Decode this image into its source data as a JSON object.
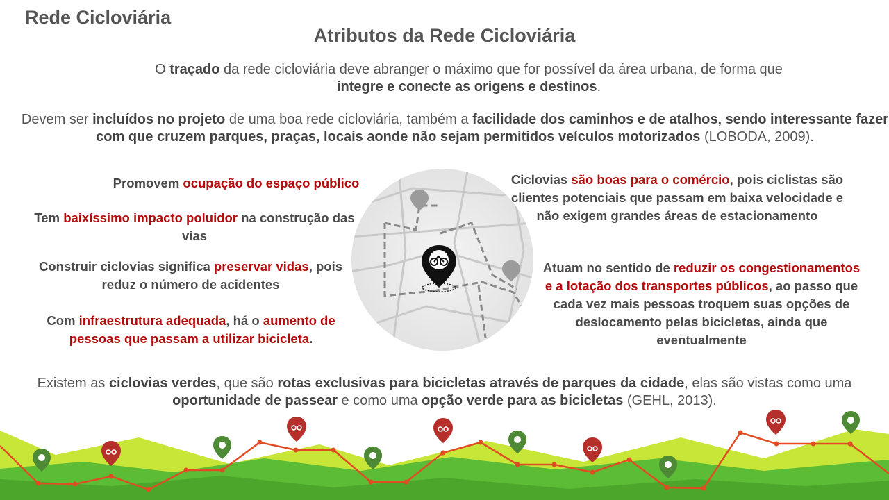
{
  "header": {
    "section_title": "Rede Cicloviária",
    "slide_title": "Atributos da Rede Cicloviária"
  },
  "intro1": {
    "t1": "O ",
    "b1": "traçado",
    "t2": " da rede cicloviária deve abranger o máximo que for possível da área urbana, de forma que ",
    "b2": "integre e conecte as origens e destinos",
    "t3": "."
  },
  "intro2": {
    "t1": "Devem ser ",
    "b1": "incluídos no projeto",
    "t2": " de uma boa rede cicloviária, também a ",
    "b2": "facilidade dos caminhos e de atalhos, sendo interessante fazer com que cruzem parques, praças, locais aonde não sejam permitidos veículos motorizados",
    "t3": " (LOBODA, 2009)."
  },
  "left_points": [
    {
      "t1": "Promovem ",
      "r1": "ocupação do espaço público",
      "t2": ""
    },
    {
      "t1": "Tem ",
      "r1": "baixíssimo impacto poluidor",
      "t2": " na construção das vias"
    },
    {
      "t1": "Construir ciclovias significa ",
      "r1": "preservar vidas",
      "t2": ", pois reduz o número de acidentes"
    },
    {
      "t1": "Com ",
      "r1": "infraestrutura adequada",
      "t2": ", há o ",
      "r2": "aumento de pessoas que passam a utilizar bicicleta",
      "t3": "."
    }
  ],
  "right_points": [
    {
      "t1": "Ciclovias ",
      "r1": "são boas para o comércio",
      "t2": ", pois ciclistas são clientes potenciais que passam em baixa velocidade e não exigem grandes áreas de estacionamento"
    },
    {
      "t1": "Atuam no sentido de ",
      "r1": "reduzir os congestionamentos e a lotação dos transportes públicos",
      "t2": ", ao passo que cada vez mais pessoas troquem suas opções de deslocamento pelas bicicletas, ainda que eventualmente"
    }
  ],
  "outro": {
    "t1": "Existem as ",
    "b1": "ciclovias verdes",
    "t2": ", que são ",
    "b2": "rotas exclusivas para bicicletas através de parques da cidade",
    "t3": ", elas são vistas como uma ",
    "b3": "oportunidade de passear",
    "t4": " e como uma ",
    "b4": "opção verde para as bicicletas",
    "t5": " (GEHL, 2013)."
  },
  "colors": {
    "accent_red": "#b40c0c",
    "marker_red": "#b5302b",
    "marker_green": "#4e8a35",
    "lime": "#c8e637",
    "grass": "#5cbc35",
    "route_line": "#e04d25"
  },
  "icons": {
    "center_map": "map-pin-bicycle-icon",
    "route_markers": [
      "tree-pin-icon",
      "bicycle-pin-icon"
    ]
  }
}
